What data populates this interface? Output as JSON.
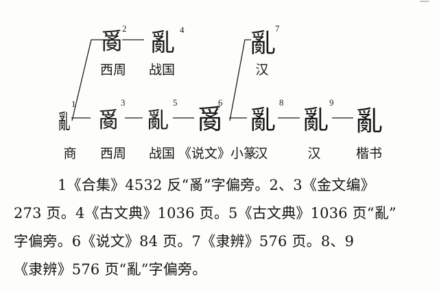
{
  "nodes": [
    {
      "id": "1",
      "num": "1",
      "glyph": "亂",
      "label": "商"
    },
    {
      "id": "2",
      "num": "2",
      "glyph": "𤔔",
      "label": "西周"
    },
    {
      "id": "3",
      "num": "3",
      "glyph": "𤔔",
      "label": "西周"
    },
    {
      "id": "4",
      "num": "4",
      "glyph": "亂",
      "label": "战国"
    },
    {
      "id": "5",
      "num": "5",
      "glyph": "亂",
      "label": "战国"
    },
    {
      "id": "6",
      "num": "6",
      "glyph": "𤔔",
      "label": "《说文》小篆"
    },
    {
      "id": "7",
      "num": "7",
      "glyph": "亂",
      "label": "汉"
    },
    {
      "id": "8",
      "num": "8",
      "glyph": "亂",
      "label": "汉"
    },
    {
      "id": "9",
      "num": "9",
      "glyph": "亂",
      "label": "汉"
    },
    {
      "id": "10",
      "num": "",
      "glyph": "亂",
      "label": "楷书"
    }
  ],
  "caption": {
    "line1": "1《合集》4532 反“𤔔”字偏旁。2、3《金文编》",
    "line2": "273 页。4《古文典》1036 页。5《古文典》1036 页“亂”",
    "line3": "字偏旁。6《说文》84 页。7《隶辨》576 页。8、9",
    "line4": "《隶辨》576 页“亂”字偏旁。"
  }
}
